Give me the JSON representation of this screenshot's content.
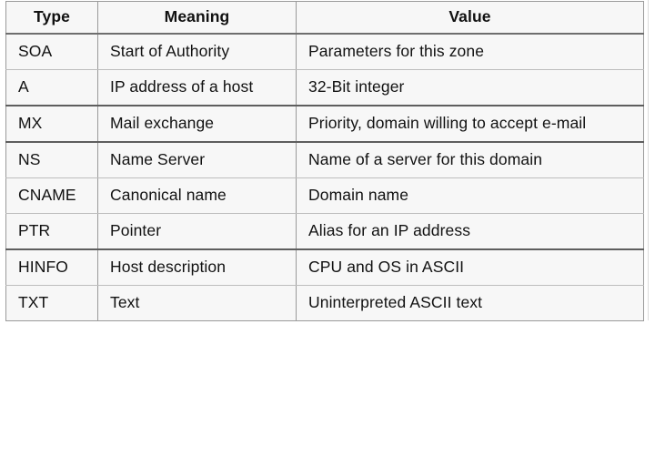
{
  "table": {
    "name": "dns-resource-record-types",
    "columns": [
      {
        "key": "type",
        "label": "Type",
        "align": "center"
      },
      {
        "key": "meaning",
        "label": "Meaning",
        "align": "center"
      },
      {
        "key": "value",
        "label": "Value",
        "align": "center"
      }
    ],
    "rows": [
      {
        "type": "SOA",
        "meaning": "Start of Authority",
        "value": "Parameters for this zone"
      },
      {
        "type": "A",
        "meaning": "IP address of a host",
        "value": "32-Bit integer"
      },
      {
        "type": "MX",
        "meaning": "Mail exchange",
        "value": "Priority, domain willing to accept e-mail"
      },
      {
        "type": "NS",
        "meaning": "Name Server",
        "value": "Name of a server for this domain"
      },
      {
        "type": "CNAME",
        "meaning": "Canonical name",
        "value": "Domain name"
      },
      {
        "type": "PTR",
        "meaning": "Pointer",
        "value": "Alias for an IP address"
      },
      {
        "type": "HINFO",
        "meaning": "Host description",
        "value": "CPU and OS in ASCII"
      },
      {
        "type": "TXT",
        "meaning": "Text",
        "value": "Uninterpreted ASCII text"
      }
    ]
  },
  "colors": {
    "page_background": "#ffffff",
    "cell_background": "#f7f7f7",
    "text": "#111111",
    "border_light": "#bdbdbd",
    "border_medium": "#9a9a9a",
    "border_strong": "#5e5e5e",
    "header_rule": "#6e6e6e"
  }
}
